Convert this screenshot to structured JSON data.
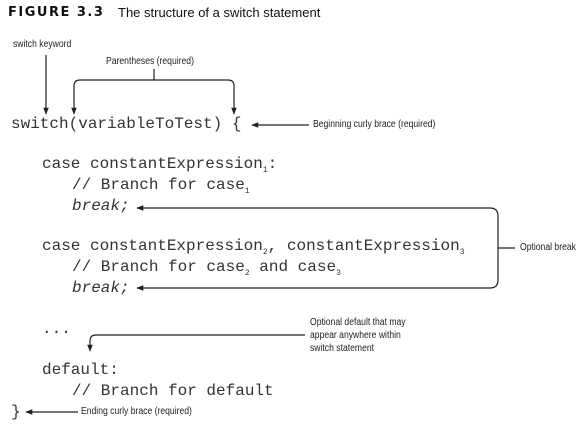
{
  "figure": {
    "label": "FIGURE 3.3",
    "title": "The structure of a switch statement"
  },
  "annotations": {
    "switch_keyword": "switch keyword",
    "parentheses": "Parentheses (required)",
    "beginning_brace": "Beginning curly brace (required)",
    "optional_break": "Optional break",
    "optional_default": [
      "Optional default that may",
      "appear anywhere within",
      "switch statement"
    ],
    "ending_brace": "Ending curly brace (required)"
  },
  "code": {
    "switch_kw": "switch",
    "switch_paren": "(variableToTest)",
    "open_brace": "{",
    "case1": {
      "kw": "case",
      "expr": "constantExpression",
      "sub": "1",
      "colon": ":"
    },
    "comment1": {
      "text": "// Branch for case",
      "sub": "1"
    },
    "break1": "break;",
    "case2": {
      "kw": "case",
      "expr1": "constantExpression",
      "sub1": "2",
      "sep": ",",
      "expr2": "constantExpression",
      "sub2": "3"
    },
    "comment2": {
      "pre": "// Branch for case",
      "sub1": "2",
      "mid": "and case",
      "sub2": "3"
    },
    "break2": "break;",
    "ellipsis": "...",
    "default_kw": "default:",
    "comment3": "// Branch for default",
    "close_brace": "}"
  }
}
